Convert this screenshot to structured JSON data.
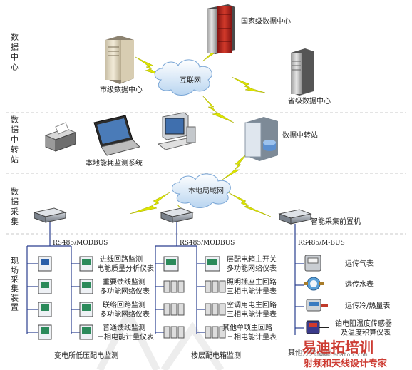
{
  "side_labels": {
    "data_center": "数据中心",
    "data_relay": "数据中转站",
    "data_collect": "数据采集",
    "field_device": "现场采集装置"
  },
  "nodes": {
    "national": "国家级数据中心",
    "city": "市级数据中心",
    "internet": "互联网",
    "province": "省级数据中心",
    "relay": "数据中转站",
    "local_system": "本地能耗监测系统",
    "lan": "本地局域网",
    "front_end": "智能采集前置机"
  },
  "buses": {
    "left": "RS485/MODBUS",
    "middle": "RS485/MODBUS",
    "right": "RS485/M-BUS"
  },
  "substation_items": [
    {
      "title": "进线回路监测",
      "desc": "电能质量分析仪表"
    },
    {
      "title": "重要馈线监测",
      "desc": "多功能网络仪表"
    },
    {
      "title": "联络回路监测",
      "desc": "多功能网络仪表"
    },
    {
      "title": "普通馈线监测",
      "desc": "三相电能计量仪表"
    }
  ],
  "floor_items": [
    {
      "title": "层配电箱主开关",
      "desc": "多功能网络仪表"
    },
    {
      "title": "照明插座主回路",
      "desc": "三相电能计量表"
    },
    {
      "title": "空调用电主回路",
      "desc": "三相电能计量表"
    },
    {
      "title": "其他单项主回路",
      "desc": "三相电能计量表"
    }
  ],
  "meters": [
    {
      "title": "远传气表"
    },
    {
      "title": "远传水表"
    },
    {
      "title": "远传冷/热量表"
    },
    {
      "title": "铂电阻温度传感器",
      "desc": "及温度积算仪表"
    }
  ],
  "footers": {
    "substation": "变电所低压配电监测",
    "floor": "楼层配电箱监测",
    "other": "其他分类监测"
  },
  "watermark": {
    "line1": "易迪拓培训",
    "line2": "射频和天线设计专家",
    "url": "www.edatop.com"
  },
  "colors": {
    "side_label": "#d25a3a",
    "side_label_collect": "#3a6fb5",
    "side_label_field": "#3a9a3a",
    "bus": "#2a3f8f",
    "lightning": "#d8e000",
    "cloud": "#cfe3f7",
    "server_red": "#b41e1e",
    "watermark": "#c8281e"
  }
}
